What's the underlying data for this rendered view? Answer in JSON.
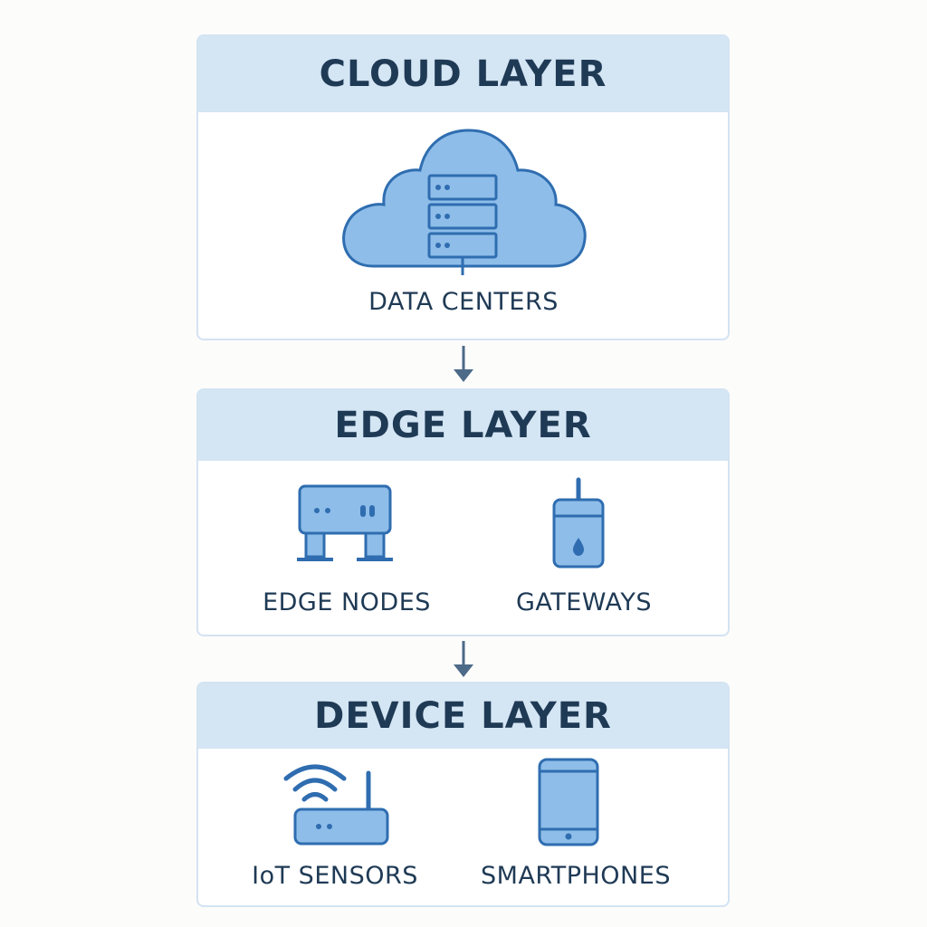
{
  "layers": [
    {
      "title": "CLOUD LAYER",
      "items": [
        {
          "label": "DATA CENTERS",
          "icon": "cloud-server-icon"
        }
      ]
    },
    {
      "title": "EDGE LAYER",
      "items": [
        {
          "label": "EDGE NODES",
          "icon": "edge-node-icon"
        },
        {
          "label": "GATEWAYS",
          "icon": "gateway-icon"
        }
      ]
    },
    {
      "title": "DEVICE LAYER",
      "items": [
        {
          "label": "IoT SENSORS",
          "icon": "router-wifi-icon"
        },
        {
          "label": "SMARTPHONES",
          "icon": "smartphone-icon"
        }
      ]
    }
  ],
  "colors": {
    "header_bg": "#d4e5f4",
    "border": "#d3e3f2",
    "icon_fill": "#8ebde9",
    "icon_stroke": "#2f6db0",
    "text": "#1f3a55",
    "arrow": "#4d6a88"
  }
}
